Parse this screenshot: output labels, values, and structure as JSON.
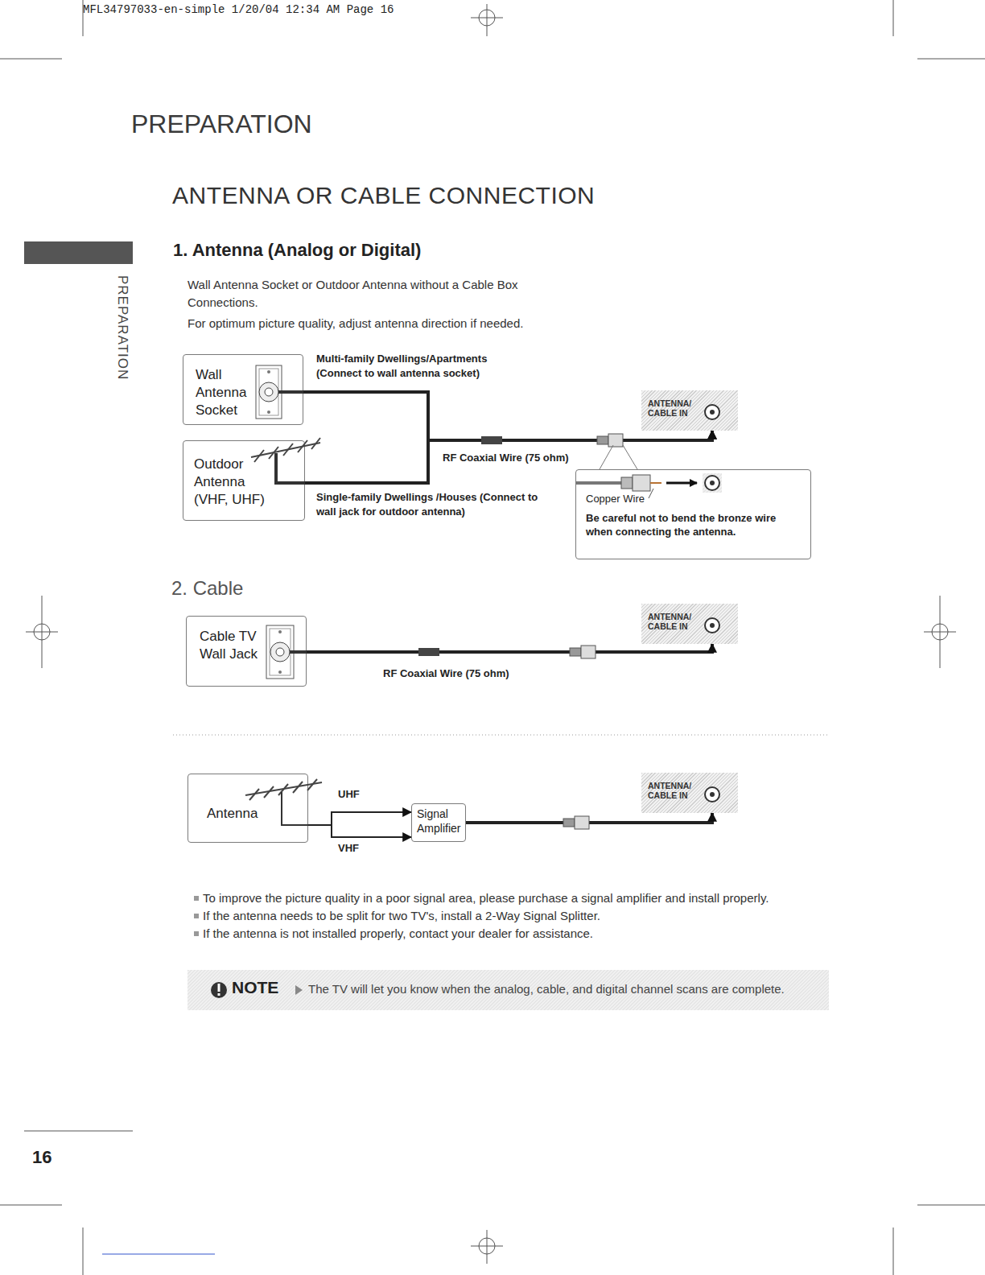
{
  "diagram": {
    "title": "ANTENNA OR CABLE CONNECTION",
    "nodes": [
      {
        "text": [
          "Wall Antenna Socket"
        ]
      },
      {
        "text": [
          "Outdoor Antenna (VHF, UHF)"
        ]
      },
      {
        "text": [
          "ANTENNA/ CABLE IN"
        ]
      },
      {
        "text": [
          "Copper Wire",
          "Be careful not to bend the bronze wire when connecting the antenna."
        ]
      },
      {
        "text": [
          "Cable TV Wall Jack"
        ]
      },
      {
        "text": [
          "ANTENNA/ CABLE IN"
        ]
      },
      {
        "text": [
          "Antenna"
        ]
      },
      {
        "text": [
          "Signal Amplifier"
        ]
      },
      {
        "text": [
          "ANTENNA/ CABLE IN"
        ]
      }
    ],
    "edges": [
      {
        "from": 0,
        "to": 2,
        "arrow": "to",
        "label": "RF Coaxial Wire (75 ohm)"
      },
      {
        "from": 1,
        "to": 2,
        "arrow": "to"
      },
      {
        "from": 4,
        "to": 5,
        "arrow": "to",
        "label": "RF Coaxial Wire (75 ohm)"
      },
      {
        "from": 6,
        "to": 7,
        "arrow": "to",
        "label": "UHF"
      },
      {
        "from": 6,
        "to": 7,
        "arrow": "to",
        "label": "VHF"
      },
      {
        "from": 7,
        "to": 8,
        "arrow": "to"
      }
    ],
    "labels": [
      "MFL34797033-en-simple 1/20/04 12:34 AM Page 16",
      "PREPARATION",
      "PREPARATION",
      "1. Antenna (Analog or Digital)",
      "Wall Antenna Socket or Outdoor Antenna without a Cable Box Connections.",
      "For optimum picture quality, adjust antenna direction if needed.",
      "Multi-family Dwellings/Apartments (Connect to wall antenna socket)",
      "Single-family Dwellings /Houses (Connect to wall jack for outdoor antenna)",
      "2. Cable",
      "To improve the picture quality in a poor signal area, please purchase a signal amplifier and install properly.",
      "If the antenna needs to be split for two TV's, install a 2-Way Signal Splitter.",
      "If the antenna is not installed properly, contact your dealer for assistance.",
      "NOTE",
      "The TV will let you know when the analog, cable, and digital channel scans are complete.",
      "16"
    ]
  }
}
